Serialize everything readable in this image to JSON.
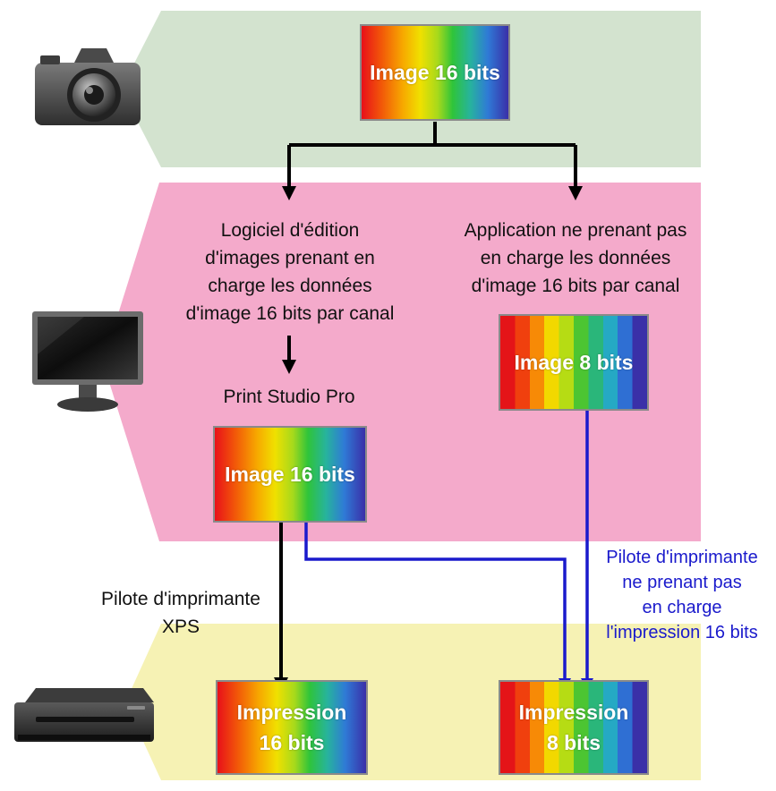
{
  "colors": {
    "camera_band": "#d3e3cf",
    "software_band": "#f4aacb",
    "printer_band": "#f6f2b4",
    "arrow_black": "#000000",
    "arrow_blue": "#1a1acc"
  },
  "icons": {
    "camera": "camera-icon",
    "monitor": "monitor-icon",
    "printer": "printer-icon"
  },
  "source": {
    "image_label": "Image 16 bits"
  },
  "software": {
    "left_label": "Logiciel d'édition\nd'images prenant en\ncharge les données\nd'image 16 bits par canal",
    "right_label": "Application ne prenant pas\nen charge les données\nd'image 16 bits par canal",
    "print_studio_label": "Print Studio Pro",
    "left_image_label": "Image 16 bits",
    "right_image_label": "Image 8 bits"
  },
  "drivers": {
    "xps_label": "Pilote d'imprimante\nXPS",
    "non16_label": "Pilote d'imprimante\nne prenant pas\nen charge\nl'impression 16 bits"
  },
  "output": {
    "print16_label": "Impression\n16 bits",
    "print8_label": "Impression\n8 bits"
  }
}
